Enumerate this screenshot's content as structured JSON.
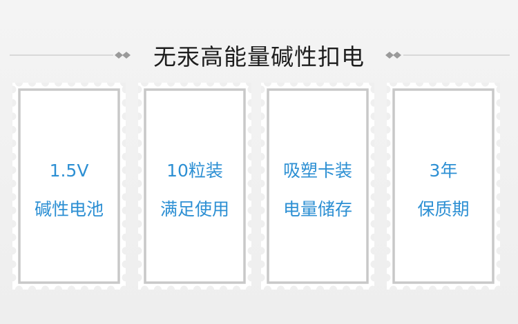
{
  "title": "无汞高能量碱性扣电",
  "cards": [
    {
      "line1": "1.5V",
      "line2": "碱性电池"
    },
    {
      "line1": "10粒装",
      "line2": "满足使用"
    },
    {
      "line1": "吸塑卡装",
      "line2": "电量储存"
    },
    {
      "line1": "3年",
      "line2": "保质期"
    }
  ],
  "colors": {
    "accent_text": "#2c8fd3",
    "title_text": "#1e1e1e",
    "background": "#f1f1f1",
    "stamp_border": "#c8c8c8"
  }
}
